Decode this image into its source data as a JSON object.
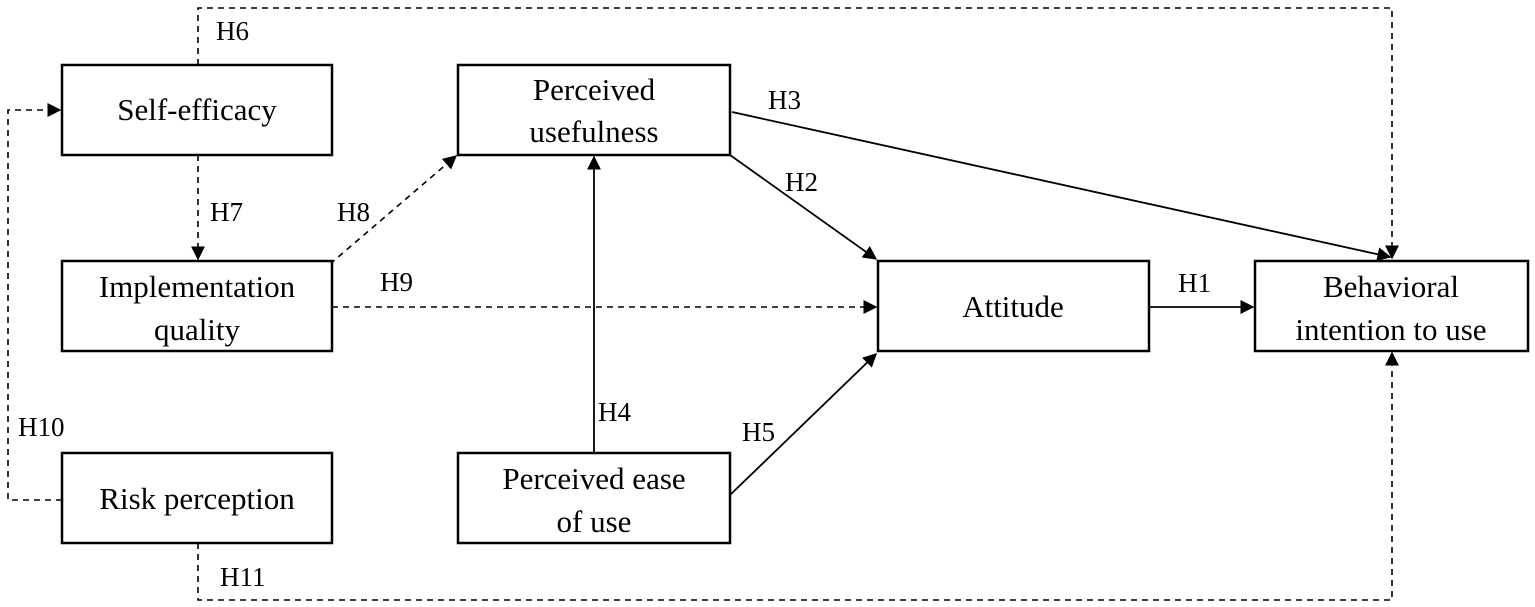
{
  "constructs": {
    "self_efficacy": "Self-efficacy",
    "implementation_quality": [
      "Implementation",
      "quality"
    ],
    "risk_perception": "Risk perception",
    "perceived_usefulness": [
      "Perceived",
      "usefulness"
    ],
    "perceived_ease_of_use": [
      "Perceived ease",
      "of use"
    ],
    "attitude": "Attitude",
    "behavioral_intention": [
      "Behavioral",
      "intention to use"
    ]
  },
  "hypotheses": {
    "h1": "H1",
    "h2": "H2",
    "h3": "H3",
    "h4": "H4",
    "h5": "H5",
    "h6": "H6",
    "h7": "H7",
    "h8": "H8",
    "h9": "H9",
    "h10": "H10",
    "h11": "H11"
  }
}
